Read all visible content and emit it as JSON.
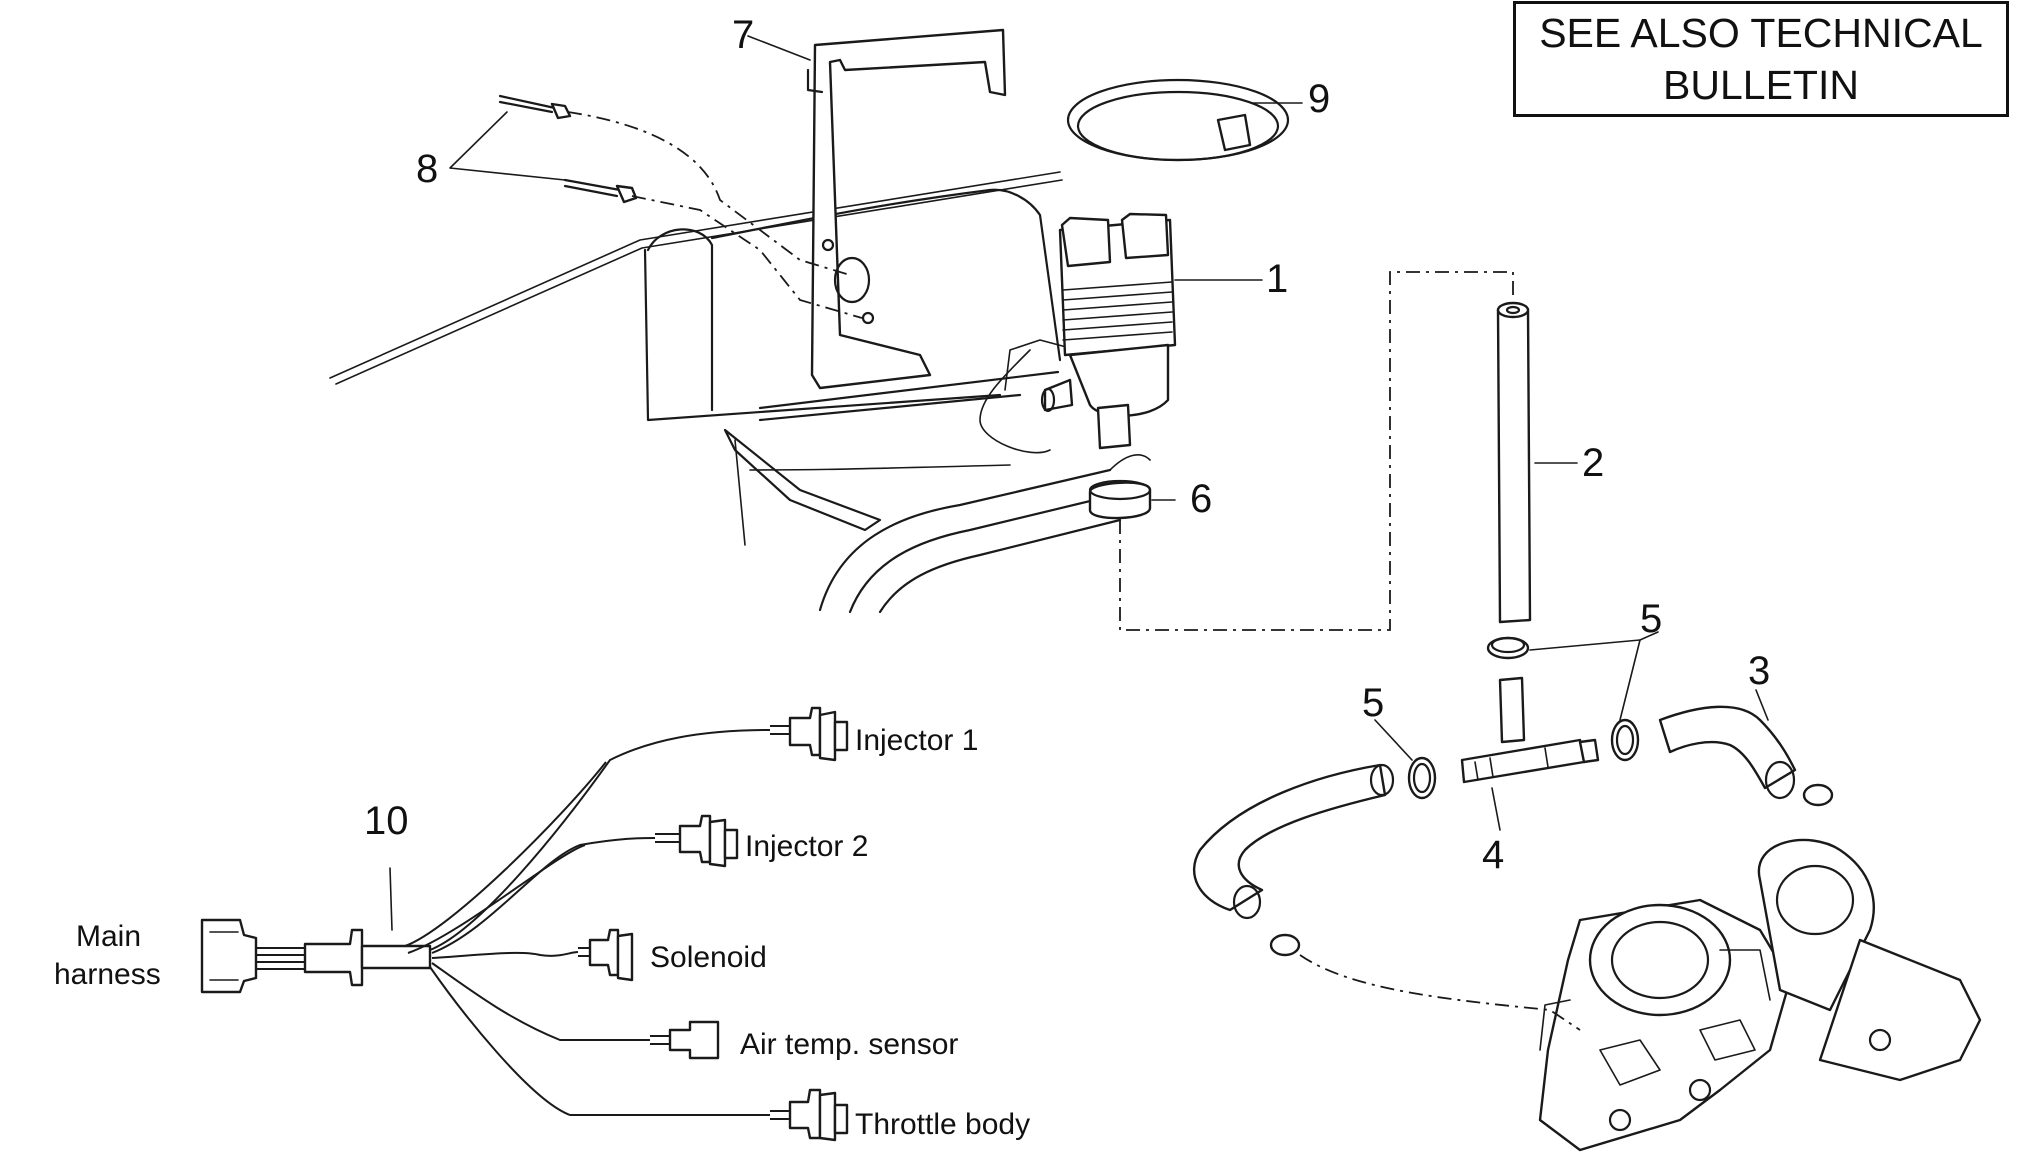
{
  "notice": {
    "line1": "SEE ALSO TECHNICAL",
    "line2": "BULLETIN"
  },
  "callouts": {
    "c1": "1",
    "c2": "2",
    "c3": "3",
    "c4": "4",
    "c5a": "5",
    "c5b": "5",
    "c6": "6",
    "c7": "7",
    "c8": "8",
    "c9": "9",
    "c10": "10"
  },
  "harness": {
    "main_line1": "Main",
    "main_line2": "harness",
    "injector1": "Injector 1",
    "injector2": "Injector 2",
    "solenoid": "Solenoid",
    "air_temp": "Air temp. sensor",
    "throttle": "Throttle body"
  }
}
